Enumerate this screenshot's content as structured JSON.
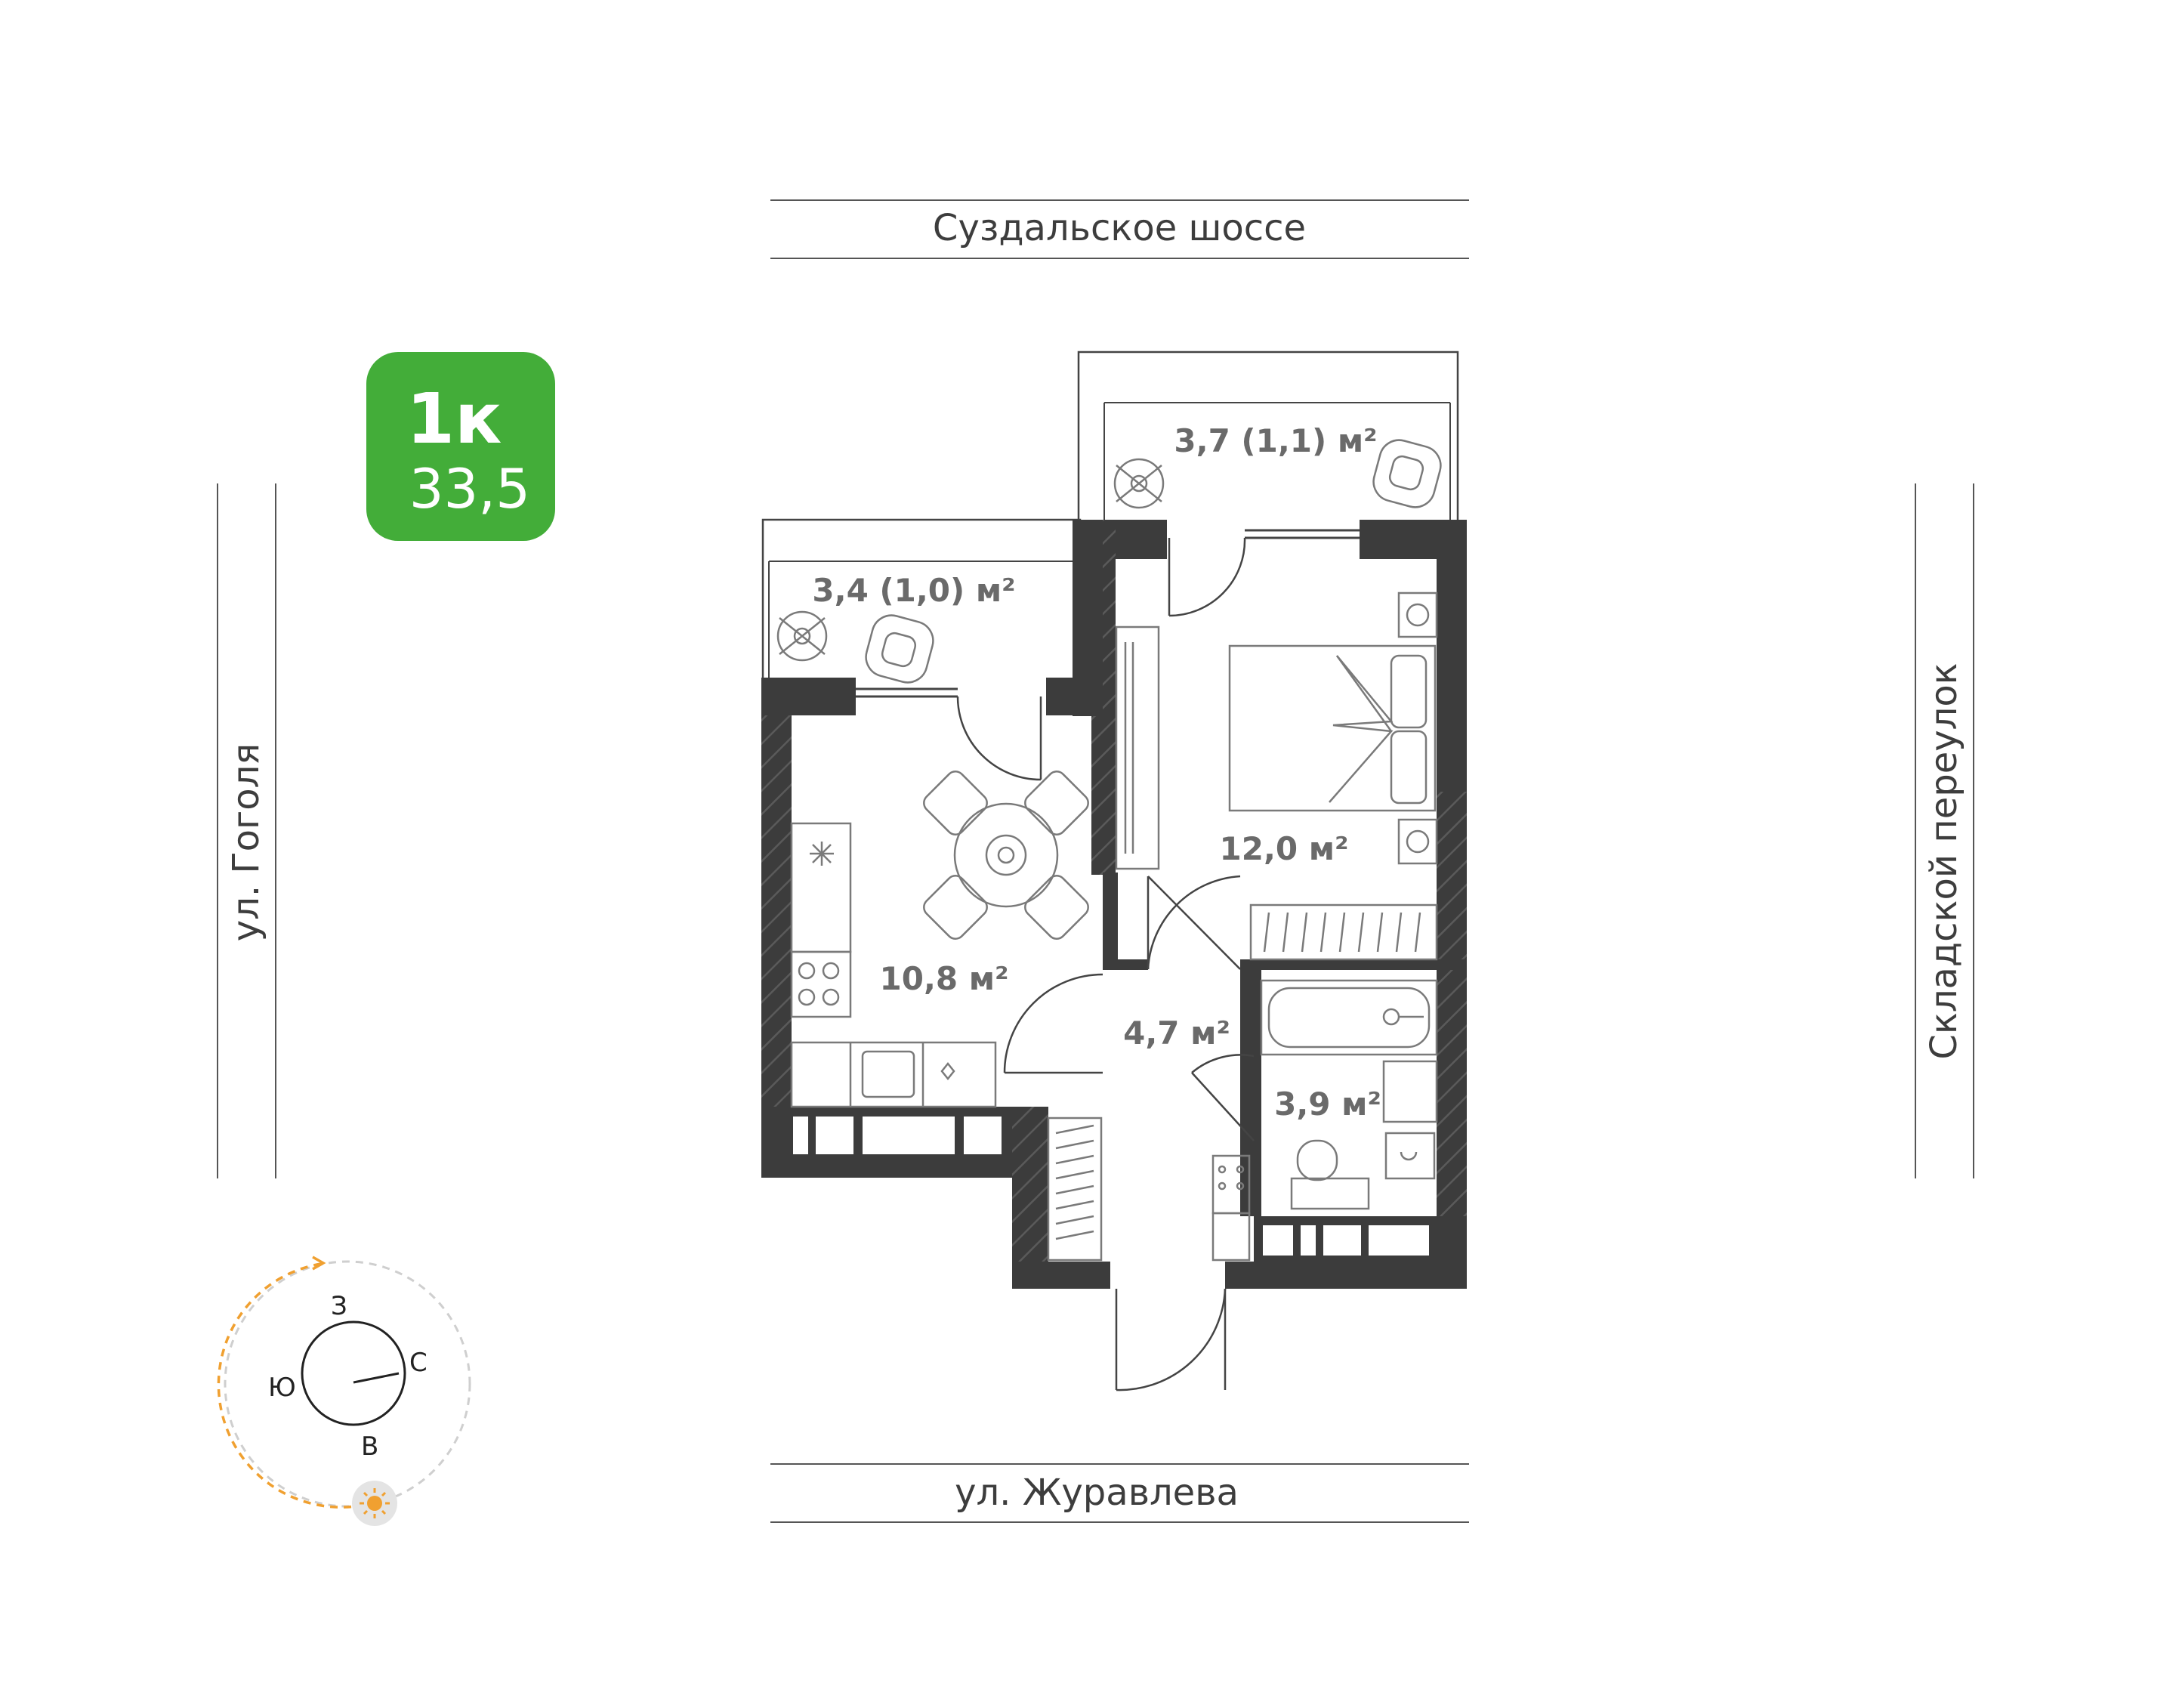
{
  "badge": {
    "type": "1к",
    "total_area": "33,5",
    "color": "#43ad39"
  },
  "streets": {
    "top": "Суздальское шоссе",
    "bottom": "ул. Журавлева",
    "left": "ул. Гоголя",
    "right": "Складской переулок"
  },
  "rooms": {
    "balcony_left": "3,4 (1,0) м²",
    "balcony_right": "3,7 (1,1) м²",
    "kitchen": "10,8 м²",
    "bedroom": "12,0 м²",
    "hallway": "4,7 м²",
    "bathroom": "3,9 м²"
  },
  "compass": {
    "west": "З",
    "north": "С",
    "south": "Ю",
    "east": "В",
    "sun_icon": "sun-icon",
    "path_color": "#f0a030"
  },
  "colors": {
    "wall": "#3c3c3c",
    "text": "#3d3d3d",
    "area_text": "#6a6a6a"
  }
}
